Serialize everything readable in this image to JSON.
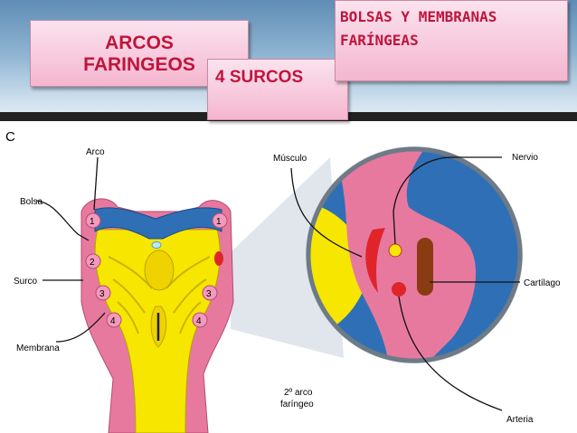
{
  "title_boxes": {
    "arcos": "ARCOS\nFARINGEOS",
    "surcos": "4 SURCOS",
    "bolsas_line1": "BOLSAS Y MEMBRANAS",
    "bolsas_line2": "FARÍNGEAS"
  },
  "figure": {
    "panel_letter": "C",
    "labels": {
      "arco": "Arco",
      "bolsa": "Bolsa",
      "surco": "Surco",
      "membrana": "Membrana",
      "musculo": "Músculo",
      "nervio": "Nervio",
      "cartilago": "Cartílago",
      "arteria": "Arteria",
      "second_arch_line1": "2º arco",
      "second_arch_line2": "faríngeo"
    },
    "arch_numbers": [
      "1",
      "2",
      "3",
      "4"
    ]
  },
  "colors": {
    "pink": "#e7799f",
    "yellow": "#f7e600",
    "blue": "#2f6fb6",
    "red": "#e0252a",
    "brown": "#8a3b12",
    "title_red": "#c0143c"
  }
}
